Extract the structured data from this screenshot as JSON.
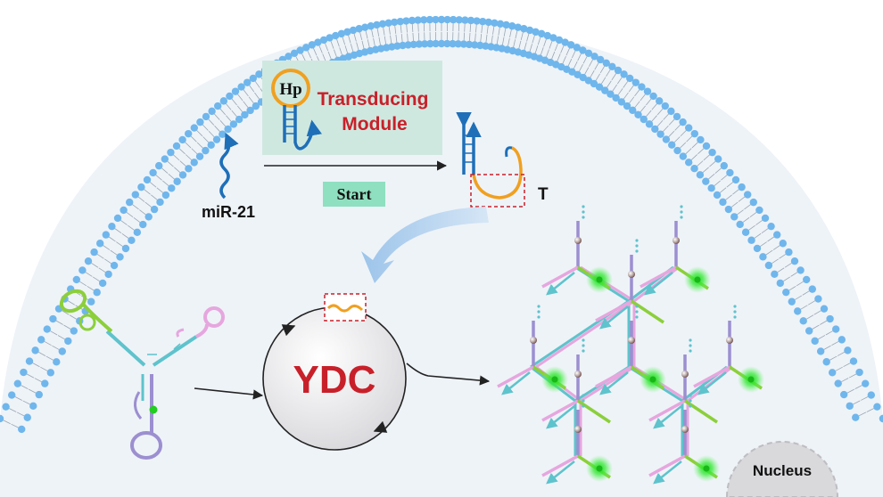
{
  "labels": {
    "mirna": "miR-21",
    "hairpin": "Hp",
    "module_line1": "Transducing",
    "module_line2": "Module",
    "start": "Start",
    "transducer": "T",
    "cycle": "YDC",
    "nucleus": "Nucleus"
  },
  "colors": {
    "membrane_head": "#6fb6ec",
    "membrane_tail": "#9aa6b0",
    "cytoplasm": "#eef3f8",
    "strand_blue": "#1e6fb8",
    "strand_orange": "#f0a020",
    "teal": "#5ec3cc",
    "green": "#8ccf3a",
    "pink": "#e6a6de",
    "purple": "#9c8fd0",
    "red_text": "#c8202a",
    "glow": "#2ee82e",
    "dot": "#a07a78"
  },
  "nodes": [
    {
      "cx": 0,
      "cy": 0
    }
  ]
}
